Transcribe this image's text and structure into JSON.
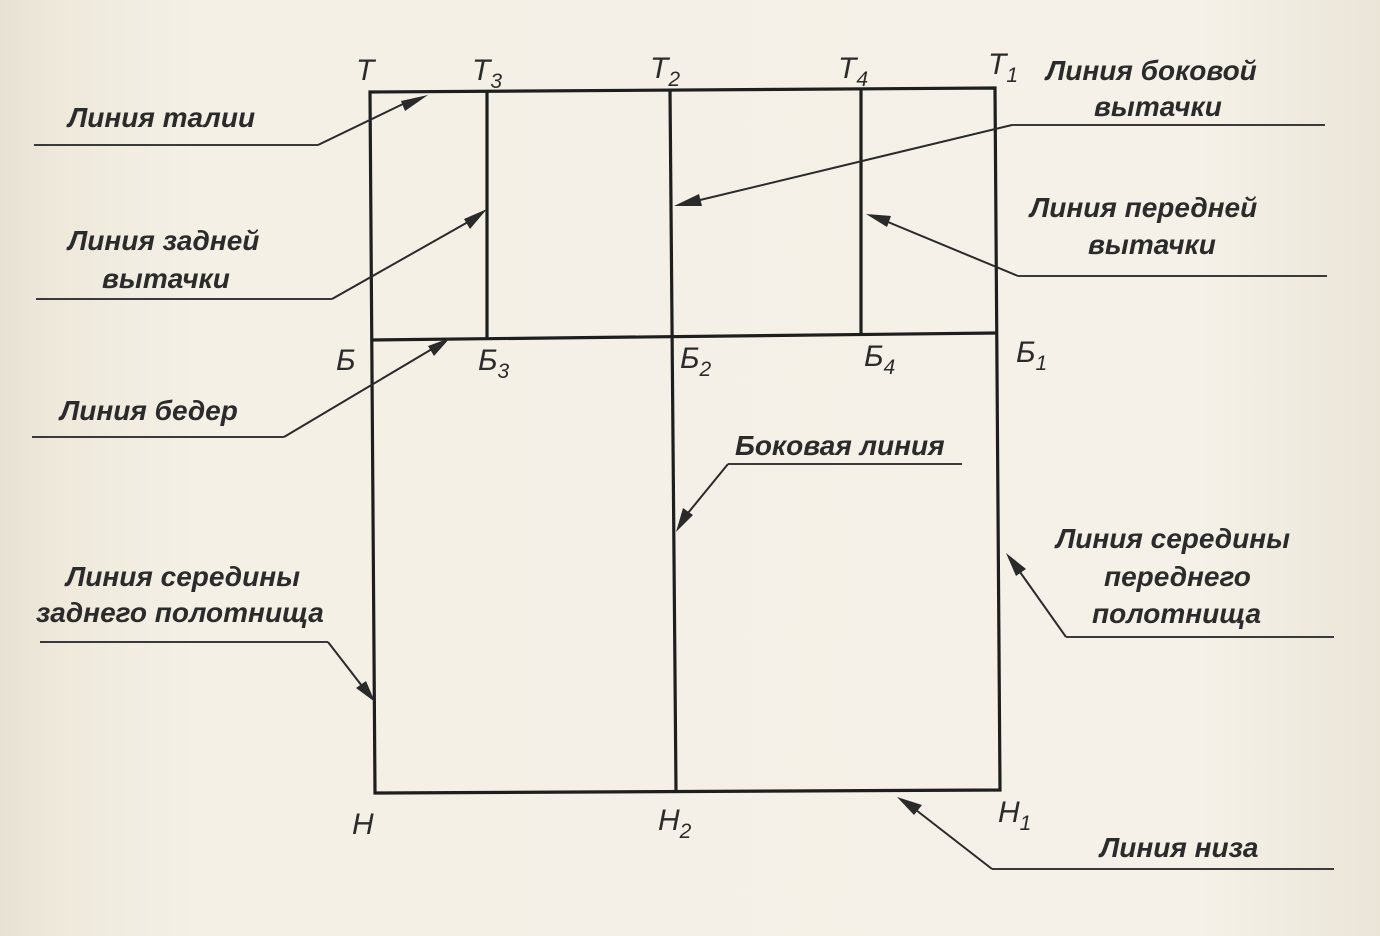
{
  "points": {
    "T": {
      "base": "Т",
      "sub": ""
    },
    "T3": {
      "base": "Т",
      "sub": "3"
    },
    "T2": {
      "base": "Т",
      "sub": "2"
    },
    "T4": {
      "base": "Т",
      "sub": "4"
    },
    "T1": {
      "base": "Т",
      "sub": "1"
    },
    "B": {
      "base": "Б",
      "sub": ""
    },
    "B3": {
      "base": "Б",
      "sub": "3"
    },
    "B2": {
      "base": "Б",
      "sub": "2"
    },
    "B4": {
      "base": "Б",
      "sub": "4"
    },
    "B1": {
      "base": "Б",
      "sub": "1"
    },
    "H": {
      "base": "Н",
      "sub": ""
    },
    "H2": {
      "base": "Н",
      "sub": "2"
    },
    "H1": {
      "base": "Н",
      "sub": "1"
    }
  },
  "labels": {
    "waist": [
      "Линия талии"
    ],
    "side_dart": [
      "Линия боковой",
      "вытачки"
    ],
    "back_dart": [
      "Линия задней",
      "вытачки"
    ],
    "front_dart": [
      "Линия передней",
      "вытачки"
    ],
    "hip": [
      "Линия бедер"
    ],
    "side_line": [
      "Боковая линия"
    ],
    "back_center": [
      "Линия середины",
      "заднего полотнища"
    ],
    "front_center": [
      "Линия середины",
      "переднего",
      "полотнища"
    ],
    "hem": [
      "Линия низа"
    ]
  },
  "colors": {
    "ink": "#1e1e1e",
    "paper": "#f3efe4"
  }
}
